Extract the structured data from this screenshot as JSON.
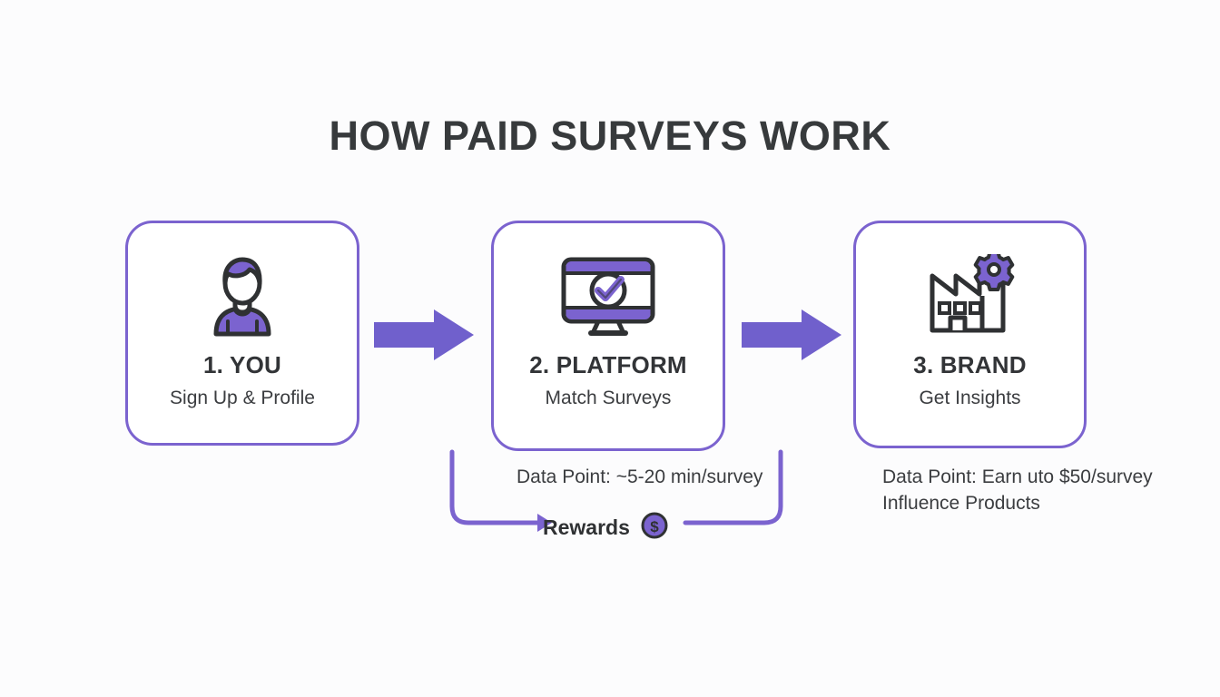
{
  "page": {
    "title": "HOW PAID SURVEYS WORK",
    "background_color": "#fcfcfd",
    "accent_color": "#7b63cf",
    "ink_color": "#333537"
  },
  "steps": [
    {
      "icon": "person-avatar-icon",
      "title": "1. YOU",
      "subtitle": "Sign Up & Profile"
    },
    {
      "icon": "monitor-checkmark-icon",
      "title": "2. PLATFORM",
      "subtitle": "Match Surveys"
    },
    {
      "icon": "factory-gear-icon",
      "title": "3. BRAND",
      "subtitle": "Get Insights"
    }
  ],
  "connectors": [
    {
      "name": "arrow-you-to-platform",
      "icon": "right-arrow-icon"
    },
    {
      "name": "arrow-platform-to-brand",
      "icon": "right-arrow-icon"
    }
  ],
  "data_points": {
    "platform": "Data Point: ~5-20 min/survey",
    "brand": "Data Point: Earn uto $50/survey\nInfluence Products"
  },
  "feedback_loop": {
    "label": "Rewards",
    "coin_icon": "dollar-coin-icon",
    "arrow_icon": "curved-feedback-arrow-icon"
  }
}
